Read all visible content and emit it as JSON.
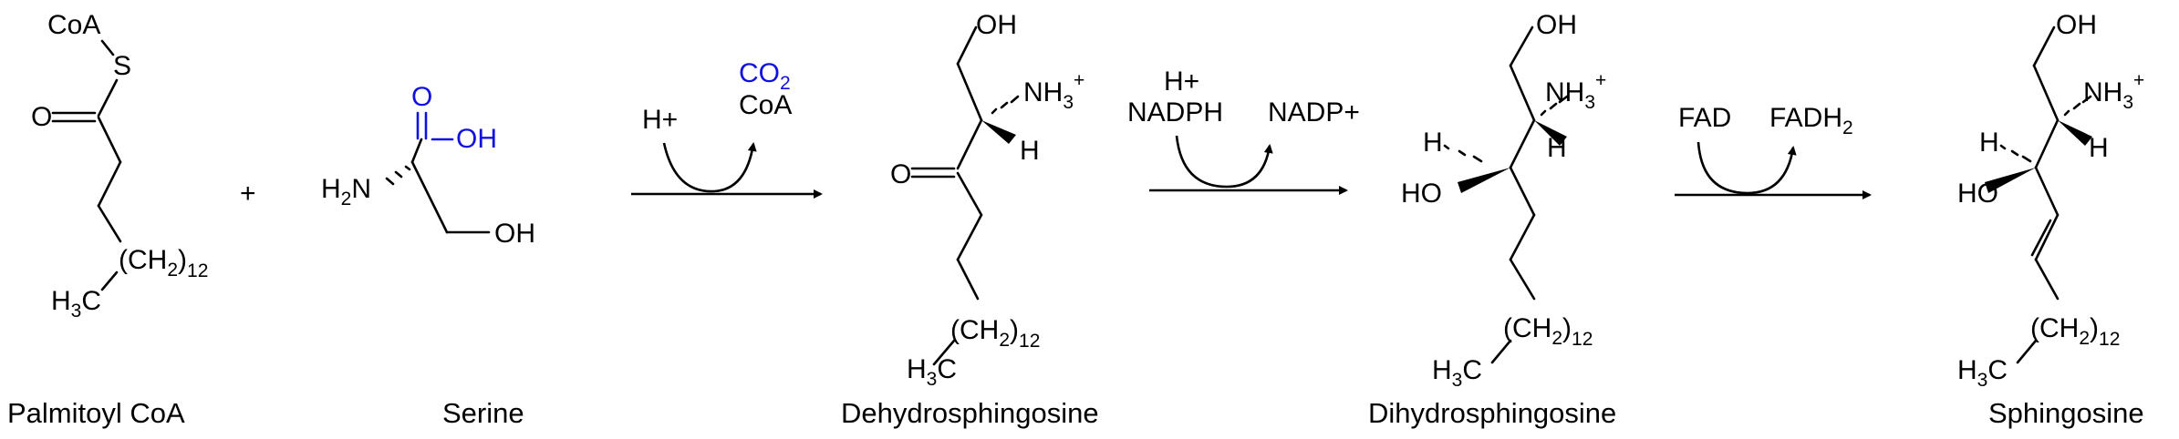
{
  "molecules": {
    "palmitoyl_coa": {
      "name": "Palmitoyl CoA",
      "coa": "CoA",
      "s": "S",
      "o": "O",
      "ch2": "(CH",
      "ch2_sub": "2",
      "ch2_close": ")",
      "n": "12",
      "h3c": "H",
      "h3c_sub": "3",
      "h3c_c": "C"
    },
    "plus": "+",
    "serine": {
      "name": "Serine",
      "o": "O",
      "oh_acid": "OH",
      "h2n": "H",
      "h2n_sub": "2",
      "h2n_n": "N",
      "oh": "OH"
    },
    "dehydrosphingosine": {
      "name": "Dehydrosphingosine",
      "oh": "OH",
      "nh3": "NH",
      "nh3_sub": "3",
      "nh3_sup": "+",
      "h": "H",
      "o": "O",
      "ch2": "(CH",
      "ch2_sub": "2",
      "ch2_close": ")",
      "n": "12",
      "h3c": "H",
      "h3c_sub": "3",
      "h3c_c": "C"
    },
    "dihydrosphingosine": {
      "name": "Dihydrosphingosine",
      "oh": "OH",
      "nh3": "NH",
      "nh3_sub": "3",
      "nh3_sup": "+",
      "h_right": "H",
      "h_left": "H",
      "ho": "HO",
      "ch2": "(CH",
      "ch2_sub": "2",
      "ch2_close": ")",
      "n": "12",
      "h3c": "H",
      "h3c_sub": "3",
      "h3c_c": "C"
    },
    "sphingosine": {
      "name": "Sphingosine",
      "oh": "OH",
      "nh3": "NH",
      "nh3_sub": "3",
      "nh3_sup": "+",
      "h_right": "H",
      "h_left": "H",
      "ho": "HO",
      "ch2": "(CH",
      "ch2_sub": "2",
      "ch2_close": ")",
      "n": "12",
      "h3c": "H",
      "h3c_sub": "3",
      "h3c_c": "C"
    }
  },
  "reactions": [
    {
      "in": "H+",
      "out_1": "CO",
      "out_1_sub": "2",
      "out_2": "CoA"
    },
    {
      "in_1": "H+",
      "in_2": "NADPH",
      "out": "NADP+"
    },
    {
      "in": "FAD",
      "out": "FADH",
      "out_sub": "2"
    }
  ],
  "colors": {
    "serine_acid": "#1010e0",
    "ink": "#000000"
  }
}
